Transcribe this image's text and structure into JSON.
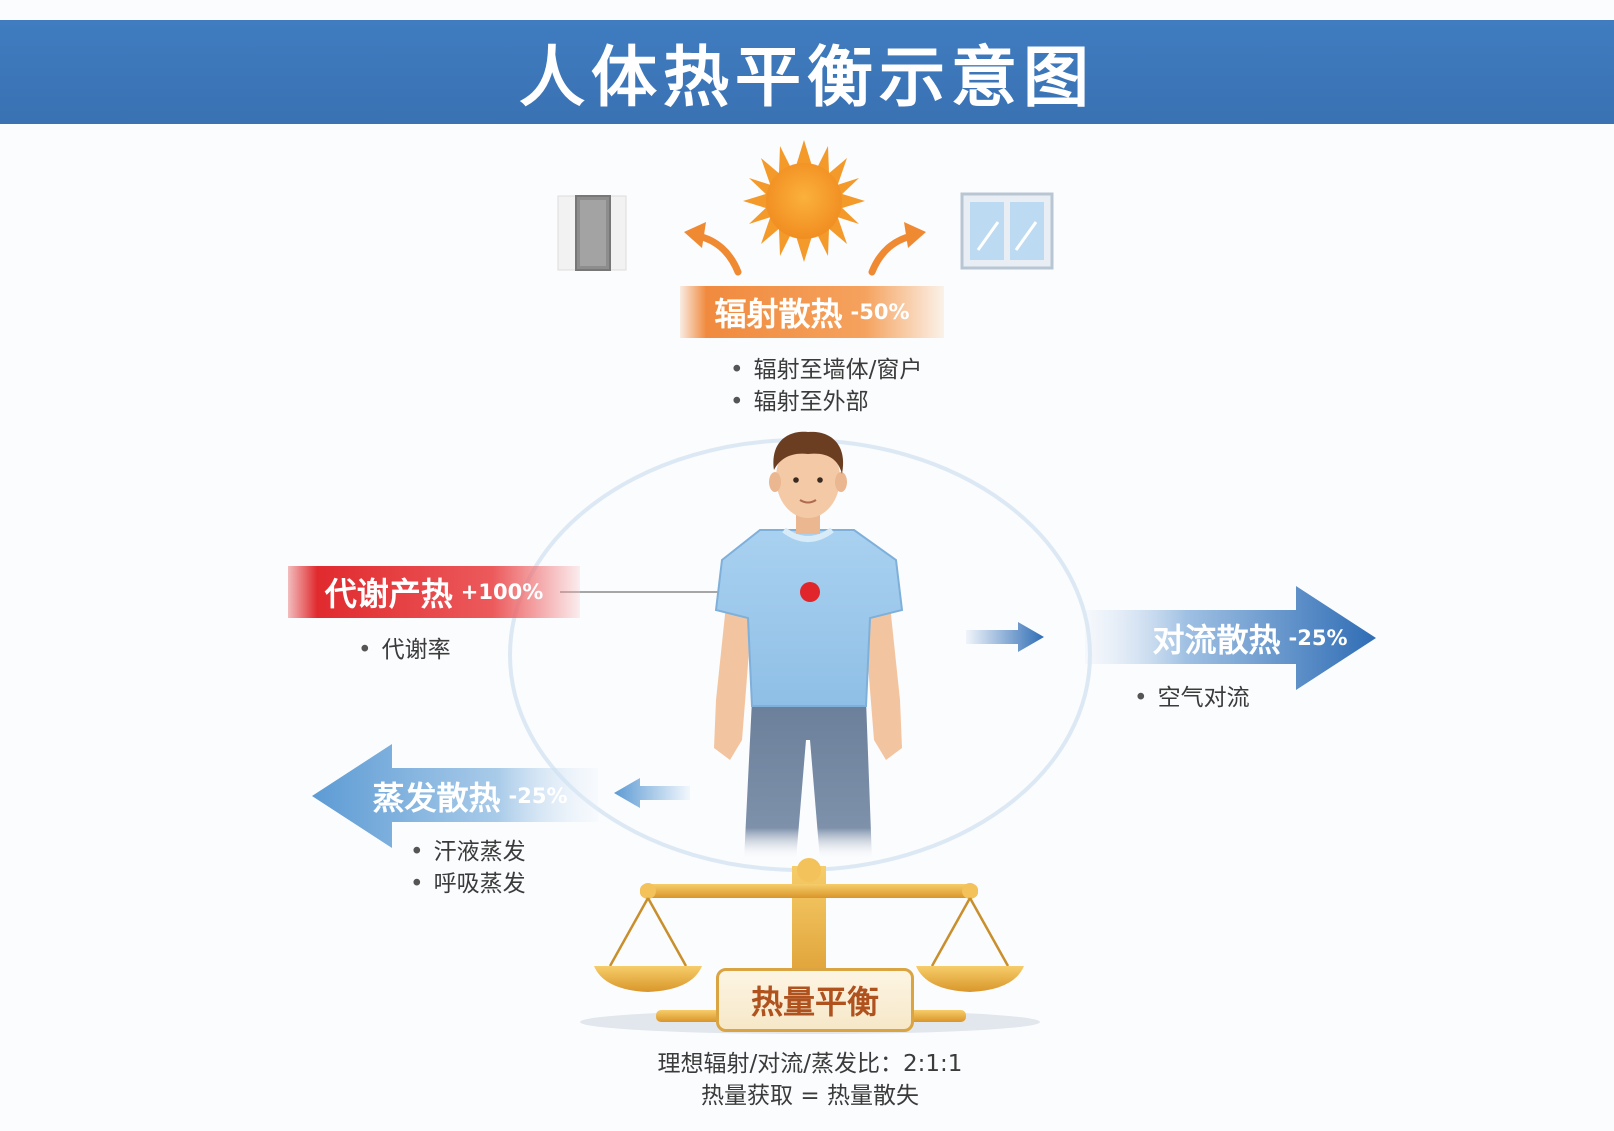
{
  "title": "人体热平衡示意图",
  "radiation": {
    "name": "辐射散热",
    "pct": "-50%",
    "bullets": [
      "辐射至墙体/窗户",
      "辐射至外部"
    ],
    "color": "#f08a3e"
  },
  "metabolic": {
    "name": "代谢产热",
    "pct": "+100%",
    "bullets": [
      "代谢率"
    ],
    "color": "#e02a2e"
  },
  "convection": {
    "name": "对流散热",
    "pct": "-25%",
    "bullets": [
      "空气对流"
    ],
    "color": "#2f6db5"
  },
  "evaporation": {
    "name": "蒸发散热",
    "pct": "-25%",
    "bullets": [
      "汗液蒸发",
      "呼吸蒸发"
    ],
    "color": "#5c9bd4"
  },
  "balance": {
    "label": "热量平衡",
    "ratio_text": "理想辐射/对流/蒸发比：2:1:1",
    "equation_text": "热量获取 = 热量散失",
    "color": "#e3a93a"
  }
}
